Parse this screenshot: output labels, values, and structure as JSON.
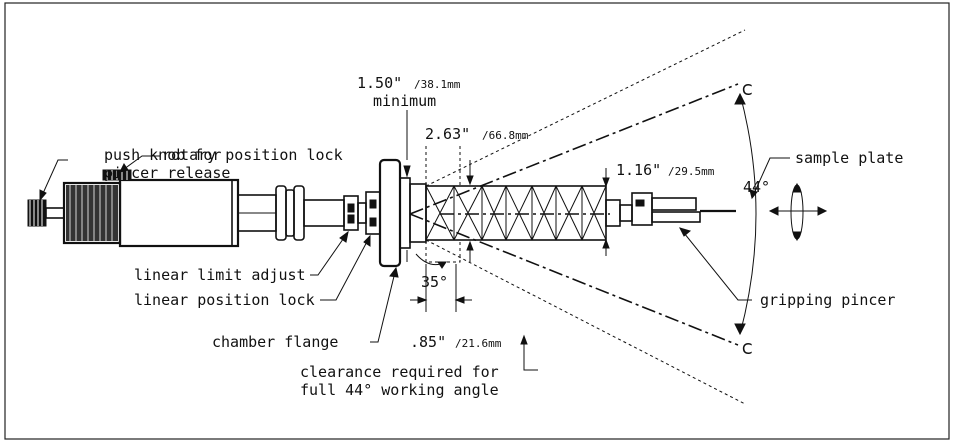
{
  "labels": {
    "push_knob": [
      "push knob for",
      "pincer release"
    ],
    "rotary_lock": "rotary position lock",
    "linear_limit": "linear limit adjust",
    "linear_position": "linear position lock",
    "chamber_flange": "chamber flange",
    "sample_plate": "sample plate",
    "gripping_pincer": "gripping pincer",
    "clearance": [
      "clearance required for",
      "full 44° working angle"
    ]
  },
  "dimensions": {
    "d150_main": "1.50\"",
    "d150_sub": "/38.1mm",
    "d150_note": "minimum",
    "d263_main": "2.63\"",
    "d263_sub": "/66.8mm",
    "d116_main": "1.16\"",
    "d116_sub": "/29.5mm",
    "d085_main": ".85\"",
    "d085_sub": "/21.6mm",
    "angle_35": "35°",
    "angle_44": "44°"
  }
}
